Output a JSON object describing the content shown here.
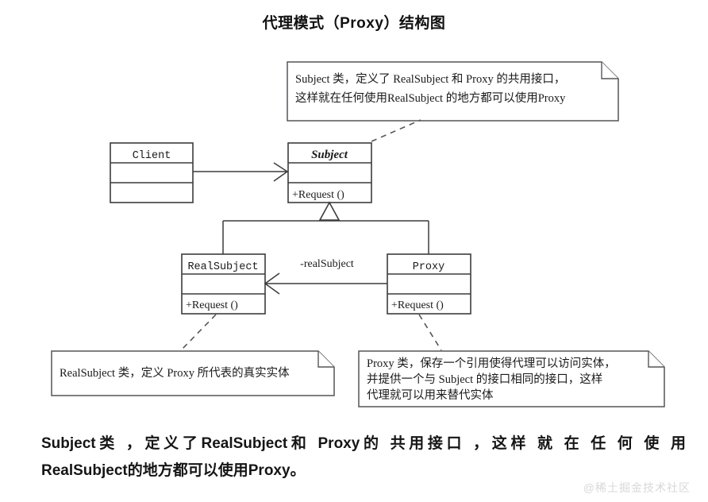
{
  "page": {
    "title": "代理模式（Proxy）结构图",
    "watermark": "@稀土掘金技术社区",
    "background_color": "#ffffff",
    "line_color": "#3c3c3c"
  },
  "diagram": {
    "type": "uml-class-diagram",
    "classes": [
      {
        "id": "client",
        "name": "Client",
        "abstract": false,
        "attributes_label": "",
        "operations_label": ""
      },
      {
        "id": "subject",
        "name": "Subject",
        "abstract": true,
        "attributes_label": "",
        "operations_label": "+Request ()"
      },
      {
        "id": "realsubject",
        "name": "RealSubject",
        "abstract": false,
        "attributes_label": "",
        "operations_label": "+Request ()"
      },
      {
        "id": "proxy",
        "name": "Proxy",
        "abstract": false,
        "attributes_label": "",
        "operations_label": "+Request ()"
      }
    ],
    "relations": [
      {
        "id": "client-subject",
        "from": "client",
        "to": "subject",
        "kind": "association",
        "label": ""
      },
      {
        "id": "realsubject-subject",
        "from": "realsubject",
        "to": "subject",
        "kind": "generalization",
        "label": ""
      },
      {
        "id": "proxy-subject",
        "from": "proxy",
        "to": "subject",
        "kind": "generalization",
        "label": ""
      },
      {
        "id": "proxy-realsubject",
        "from": "proxy",
        "to": "realsubject",
        "kind": "association",
        "label": "-realSubject"
      }
    ],
    "notes": [
      {
        "id": "note-subject",
        "anchor": "subject",
        "lines": [
          "Subject 类，定义了 RealSubject 和 Proxy 的共用接口，",
          "这样就在任何使用RealSubject 的地方都可以使用Proxy"
        ]
      },
      {
        "id": "note-realsubject",
        "anchor": "realsubject",
        "lines": [
          "RealSubject 类，定义 Proxy 所代表的真实实体"
        ]
      },
      {
        "id": "note-proxy",
        "anchor": "proxy",
        "lines": [
          "Proxy 类，保存一个引用使得代理可以访问实体，",
          "并提供一个与 Subject 的接口相同的接口，这样",
          "代理就可以用来替代实体"
        ]
      }
    ]
  },
  "caption": {
    "line1": "Subject类 ，定义了RealSubject和 Proxy的 共用接口 ，这样 就 在 任 何 使 用",
    "line2": "RealSubject的地方都可以使用Proxy。"
  }
}
